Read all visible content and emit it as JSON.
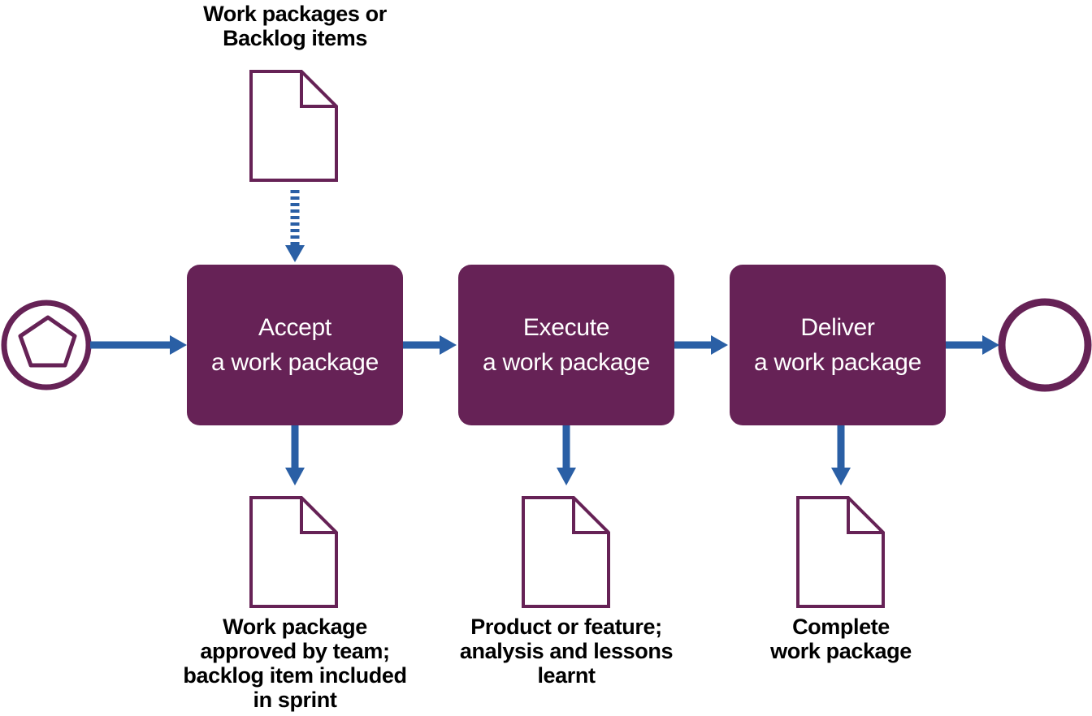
{
  "colors": {
    "process_fill": "#662256",
    "document_stroke": "#662256",
    "arrow": "#2a5fa5",
    "label_text": "#000000",
    "process_text": "#ffffff"
  },
  "start_event": {
    "icon": "pentagon-icon"
  },
  "end_event": {
    "icon": "circle-icon"
  },
  "input_document": {
    "label_lines": [
      "Work packages or",
      "Backlog items"
    ]
  },
  "processes": [
    {
      "label_lines": [
        "Accept",
        "a work package"
      ],
      "output_lines": [
        "Work package",
        "approved by team;",
        "backlog item included",
        "in sprint"
      ]
    },
    {
      "label_lines": [
        "Execute",
        "a work package"
      ],
      "output_lines": [
        "Product or feature;",
        "analysis and lessons",
        "learnt"
      ]
    },
    {
      "label_lines": [
        "Deliver",
        "a work package"
      ],
      "output_lines": [
        "Complete",
        "work package"
      ]
    }
  ]
}
